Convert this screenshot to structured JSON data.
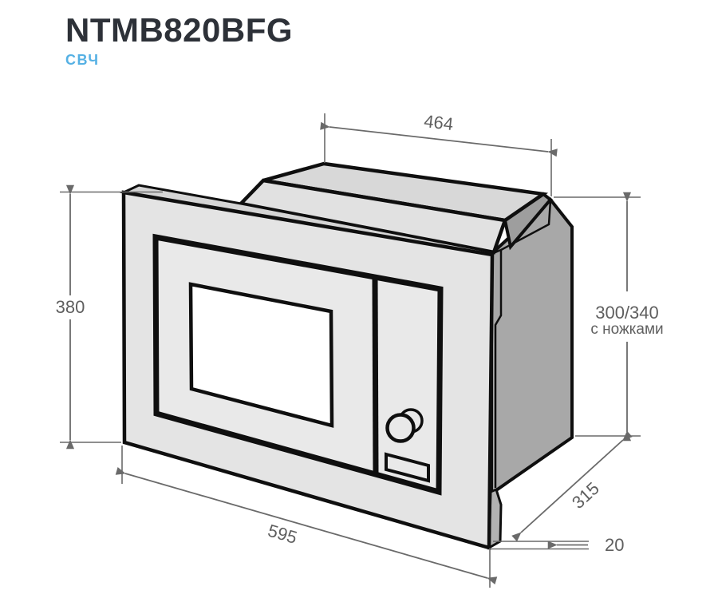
{
  "header": {
    "title": "NTMB820BFG",
    "subtitle": "СВЧ"
  },
  "diagram": {
    "product": "built-in-microwave-technical-drawing",
    "dimensions": {
      "top_width": "464",
      "left_height": "380",
      "right_height": "300/340",
      "right_height_note": "с ножками",
      "bottom_width": "595",
      "depth": "315",
      "front_overhang": "20"
    },
    "colors": {
      "accent_blue": "#56b1e4",
      "title_text": "#2d3138",
      "dimension_gray": "#6a6a6a",
      "outline_black": "#0f0f0f",
      "panel_light": "#e4e4e4",
      "panel_dark": "#a8a8a8",
      "window_white": "#ffffff"
    }
  }
}
